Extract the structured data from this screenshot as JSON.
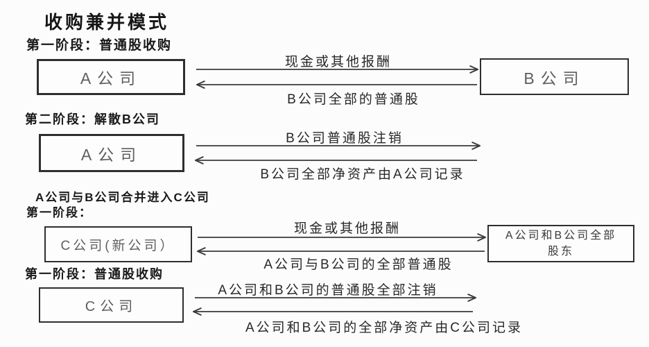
{
  "title": "收购兼并模式",
  "stages": [
    {
      "header": "第一阶段：普通股收购",
      "left_box": "A公司",
      "right_box": "B公司",
      "arrow_right_label": "现金或其他报酬",
      "arrow_left_label": "B公司全部的普通股"
    },
    {
      "header": "第二阶段：解散B公司",
      "left_box": "A公司",
      "arrow_right_label": "B公司普通股注销",
      "arrow_left_label": "B公司全部净资产由A公司记录"
    },
    {
      "header_line1": "A公司与B公司合并进入C公司",
      "header_line2": "第一阶段：",
      "left_box": "C公司(新公司）",
      "right_box": "A公司和B公司全部股东",
      "arrow_right_label": "现金或其他报酬",
      "arrow_left_label": "A公司与B公司的全部普通股"
    },
    {
      "header": "第一阶段：普通股收购",
      "left_box": "C公司",
      "arrow_right_label": "A公司和B公司的普通股全部注销",
      "arrow_left_label": "A公司和B公司的全部净资产由C公司记录"
    }
  ],
  "colors": {
    "ink": "#191919",
    "arrow_line": "#3a3a3a",
    "box_text": "#5e5e5e",
    "background": "#fcfcfc"
  }
}
